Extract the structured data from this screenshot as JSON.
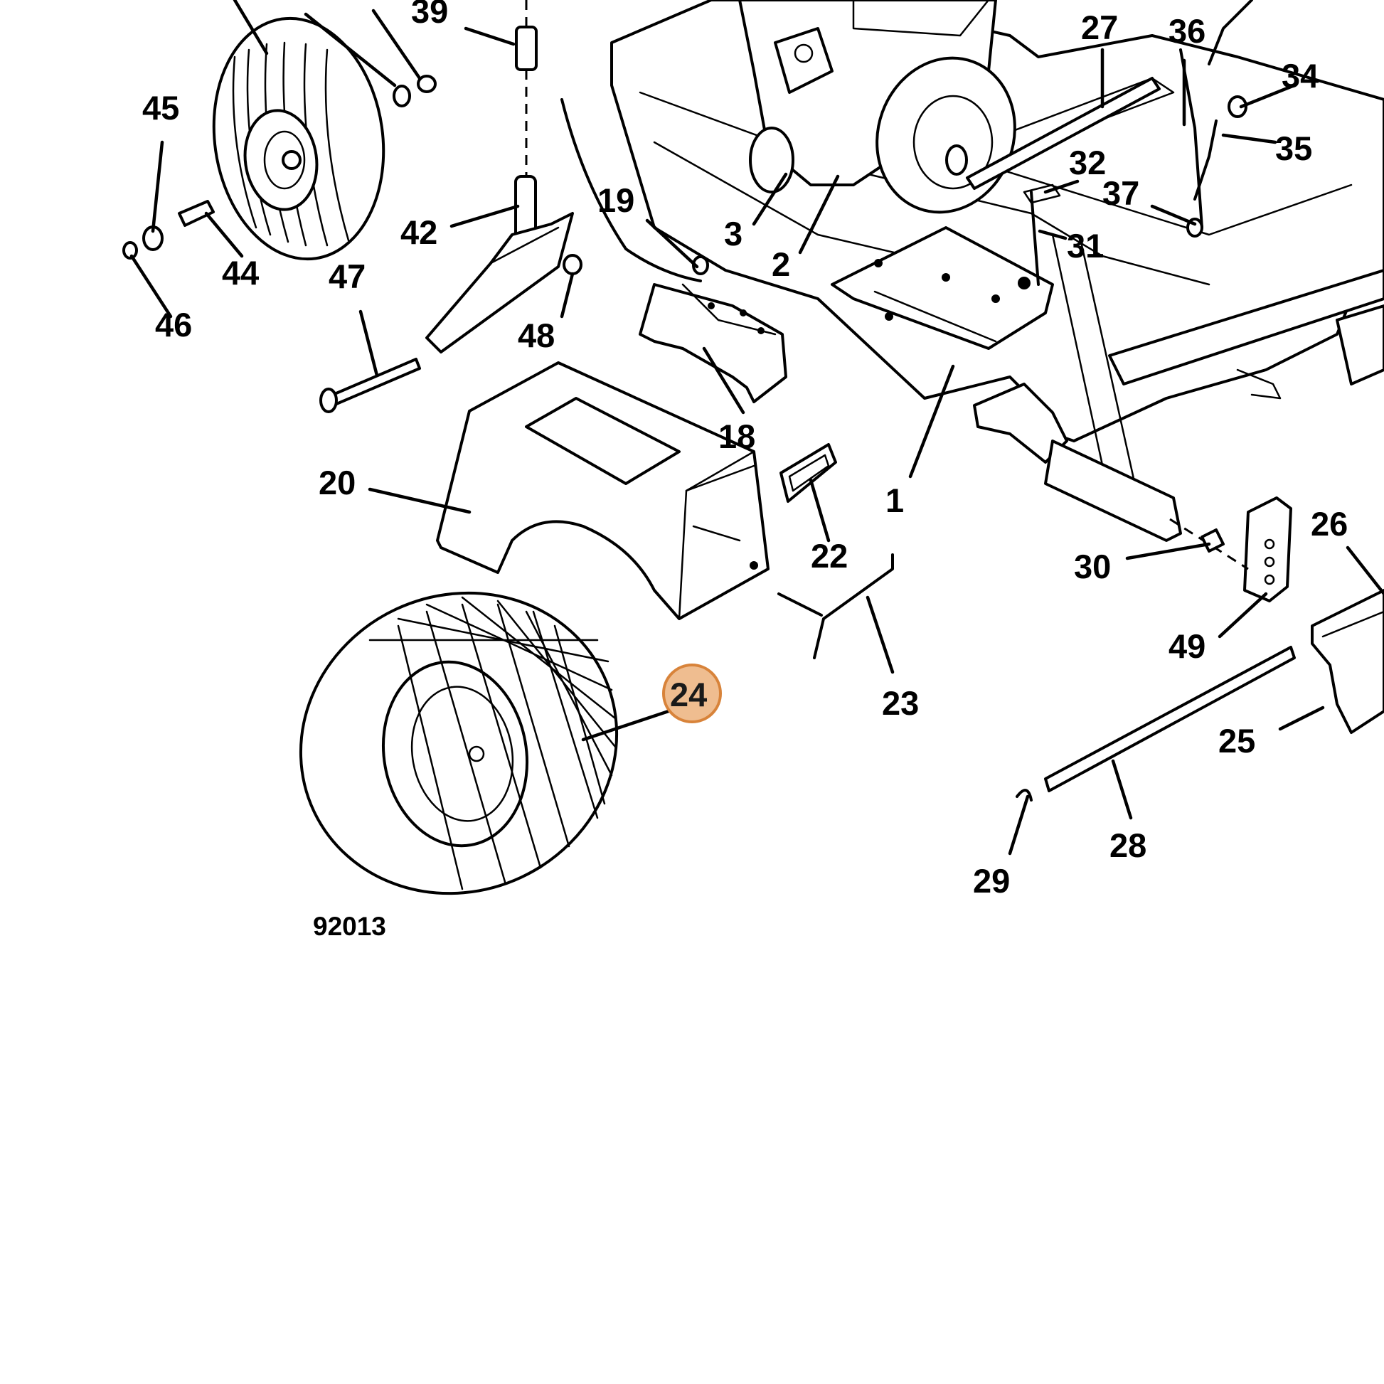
{
  "figure_number": "92013",
  "highlighted_callout": "24",
  "highlight_color": "#e69a55",
  "callouts": [
    "39",
    "45",
    "44",
    "46",
    "47",
    "42",
    "48",
    "19",
    "3",
    "2",
    "18",
    "20",
    "22",
    "1",
    "23",
    "24",
    "27",
    "36",
    "34",
    "35",
    "32",
    "37",
    "31",
    "30",
    "26",
    "49",
    "25",
    "28",
    "29"
  ],
  "parts": {
    "front_wheel": "wheel",
    "rear_tire": "tire",
    "fender": "fender",
    "frame": "frame",
    "engine": "engine"
  }
}
